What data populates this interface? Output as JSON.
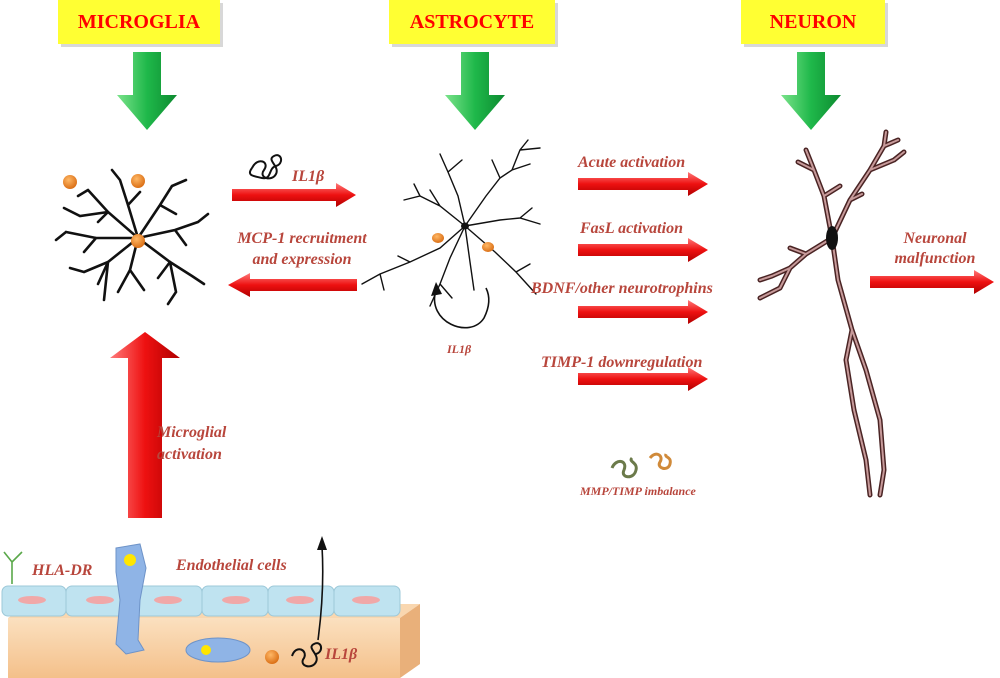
{
  "headers": {
    "microglia": "MICROGLIA",
    "astrocyte": "ASTROCYTE",
    "neuron": "NEURON"
  },
  "labels": {
    "il1b_top": "IL1β",
    "mcp1_line1": "MCP-1  recruitment",
    "mcp1_line2": "and expression",
    "il1b_astro": "IL1β",
    "acute": "Acute  activation",
    "fasl": "FasL  activation",
    "bdnf": "BDNF/other neurotrophins",
    "timp": "TIMP-1 downregulation",
    "mmp": "MMP/TIMP imbalance",
    "neuronal_line1": "Neuronal",
    "neuronal_line2": "malfunction",
    "microglial_line1": "Microglial",
    "microglial_line2": "activation",
    "hla": "HLA-DR",
    "endothelial": "Endothelial cells",
    "il1b_bottom": "IL1β"
  },
  "colors": {
    "header_bg": "#ffff33",
    "header_text": "#ff0000",
    "label_text": "#b8463c",
    "arrow_red": "#ee1111",
    "arrow_green": "#22bb44",
    "neuron_brown": "#6b3a3a",
    "cell_blue": "#bfe3f0",
    "tissue_peach": "#f8cfa0"
  }
}
